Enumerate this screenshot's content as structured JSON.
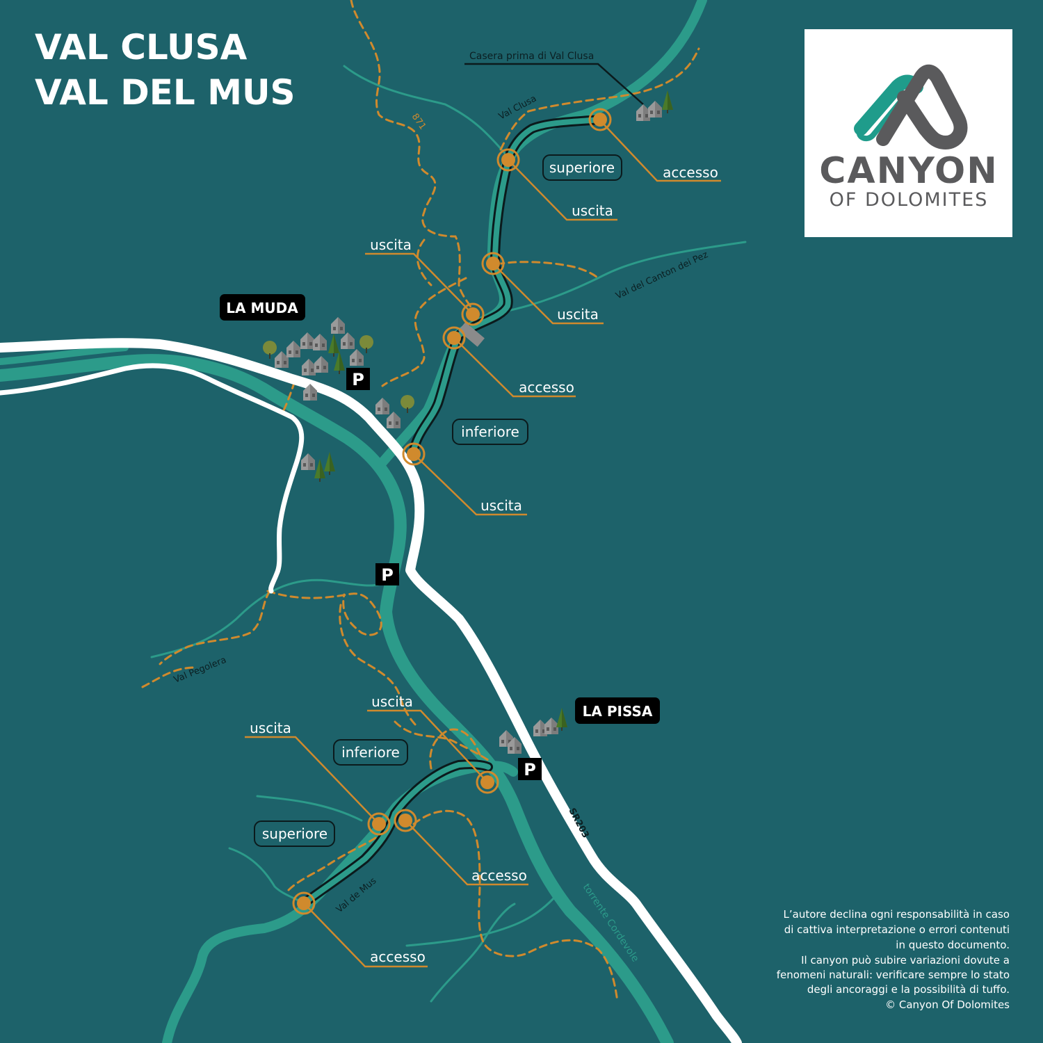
{
  "title": {
    "line1": "VAL CLUSA",
    "line2": "VAL DEL MUS"
  },
  "logo": {
    "name": "CANYON",
    "subtitle": "OF DOLOMITES",
    "icon": "mountain-logo-icon"
  },
  "places": {
    "la_muda": "LA MUDA",
    "la_pissa": "LA PISSA",
    "casera": "Casera prima di Val Clusa"
  },
  "waterways": {
    "val_clusa": "Val Clusa",
    "val_canton_dei_pez": "Val del Canton dei Pez",
    "val_pegolera": "Val Pegolera",
    "val_de_mus": "Val de Mus",
    "torrente_cordevole": "torrente Cordevole"
  },
  "roads": {
    "sr203": "SR203",
    "trail_871": "871"
  },
  "sections": {
    "clusa_superiore": "superiore",
    "clusa_inferiore": "inferiore",
    "mus_inferiore": "inferiore",
    "mus_superiore": "superiore"
  },
  "callouts": {
    "clusa_sup_accesso": "accesso",
    "clusa_sup_uscita": "uscita",
    "clusa_mid_uscita_left": "uscita",
    "clusa_mid_uscita_right": "uscita",
    "clusa_inf_accesso": "accesso",
    "clusa_inf_uscita": "uscita",
    "mus_uscita_top": "uscita",
    "mus_uscita_left": "uscita",
    "mus_accesso_mid": "accesso",
    "mus_accesso_bottom": "accesso"
  },
  "parking_symbol": "P",
  "disclaimer": {
    "line1": "L’autore declina ogni responsabilità in caso",
    "line2": "di cattiva interpretazione o errori contenuti",
    "line3": "in questo documento.",
    "line4": "Il canyon può subire variazioni dovute a",
    "line5": "fenomeni naturali: verificare sempre lo stato",
    "line6": "degli ancoraggi e la possibilità di tuffo.",
    "line7": "© Canyon Of Dolomites"
  },
  "colors": {
    "background": "#1d626a",
    "river": "#2c9b8a",
    "road": "#ffffff",
    "trail": "#d08a2d",
    "canyon_line": "#0b1a1c",
    "marker": "#d08a2d"
  },
  "icons": {
    "house": "house-icon",
    "tree": "tree-icon",
    "parking": "parking-icon",
    "bridge": "bridge-icon"
  }
}
